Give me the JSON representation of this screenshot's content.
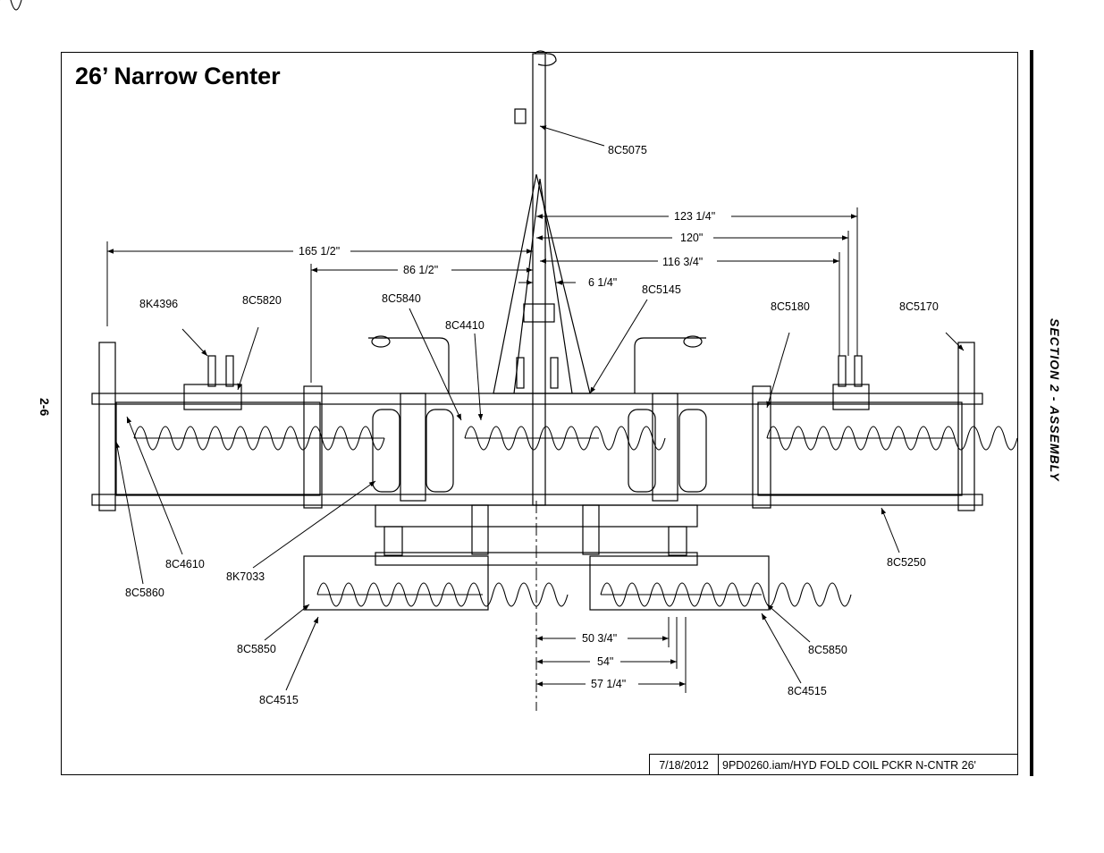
{
  "page": {
    "title": "26’ Narrow Center",
    "section_label": "SECTION 2 - ASSEMBLY",
    "page_number": "2-6"
  },
  "footer": {
    "date": "7/18/2012",
    "file": "9PD0260.iam/HYD FOLD COIL PCKR N-CNTR 26'"
  },
  "dimensions": {
    "d1": "123 1/4\"",
    "d2": "120\"",
    "d3": "116 3/4\"",
    "d4": "165 1/2\"",
    "d5": "86 1/2\"",
    "d6": "6 1/4\"",
    "d7": "50 3/4\"",
    "d8": "54\"",
    "d9": "57 1/4\""
  },
  "parts": {
    "p_8c5075": "8C5075",
    "p_8k4396": "8K4396",
    "p_8c5820": "8C5820",
    "p_8c5840": "8C5840",
    "p_8c4410": "8C4410",
    "p_8c5145": "8C5145",
    "p_8c5180": "8C5180",
    "p_8c5170": "8C5170",
    "p_8c4610": "8C4610",
    "p_8k7033": "8K7033",
    "p_8c5860": "8C5860",
    "p_8c5250": "8C5250",
    "p_8c5850_l": "8C5850",
    "p_8c4515_l": "8C4515",
    "p_8c5850_r": "8C5850",
    "p_8c4515_r": "8C4515"
  }
}
